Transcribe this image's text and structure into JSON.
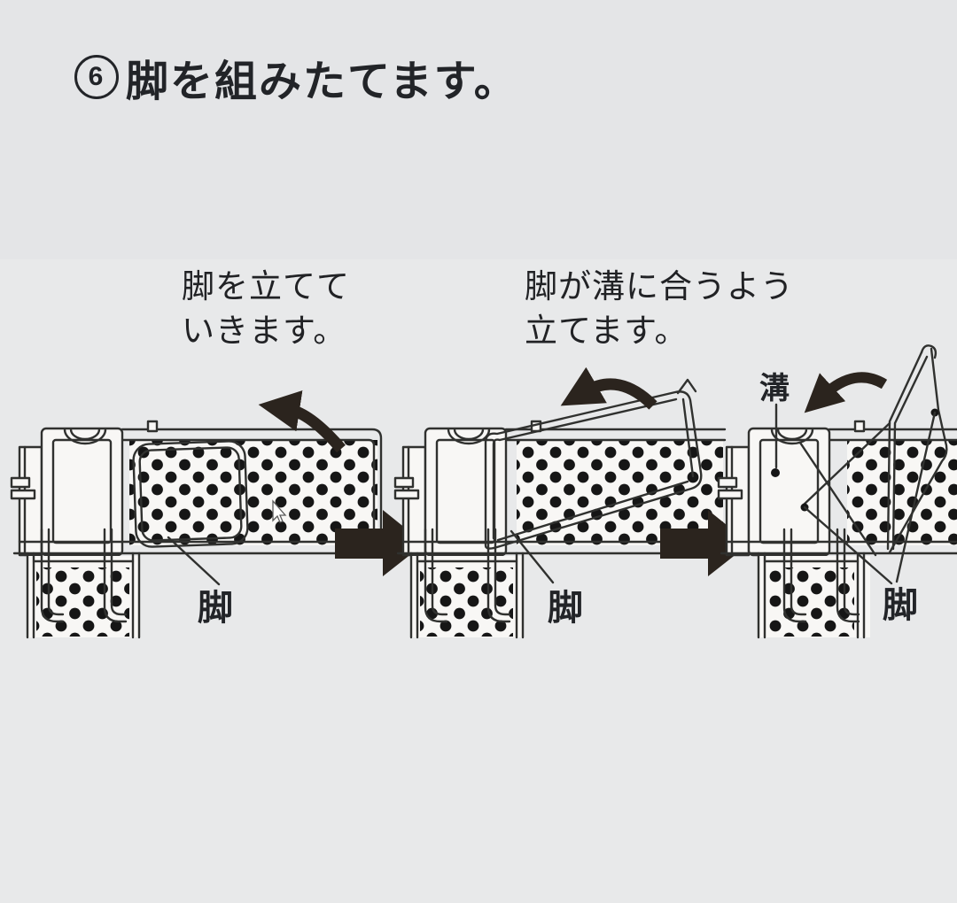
{
  "title": {
    "step_number": "6",
    "text": "脚を組みたてます。"
  },
  "captions": [
    {
      "line1": "脚を立てて",
      "line2": "いきます。"
    },
    {
      "line1": "脚が溝に合うよう",
      "line2": "立てます。"
    }
  ],
  "labels": {
    "leg": "脚",
    "groove": "溝"
  },
  "colors": {
    "background_top": "#e4e5e7",
    "background_panel": "#e8e9ea",
    "ink": "#30312f",
    "arrow_fill": "#2b241e",
    "deck_fill": "#f8f7f5",
    "dot": "#161616",
    "text": "#222428"
  }
}
